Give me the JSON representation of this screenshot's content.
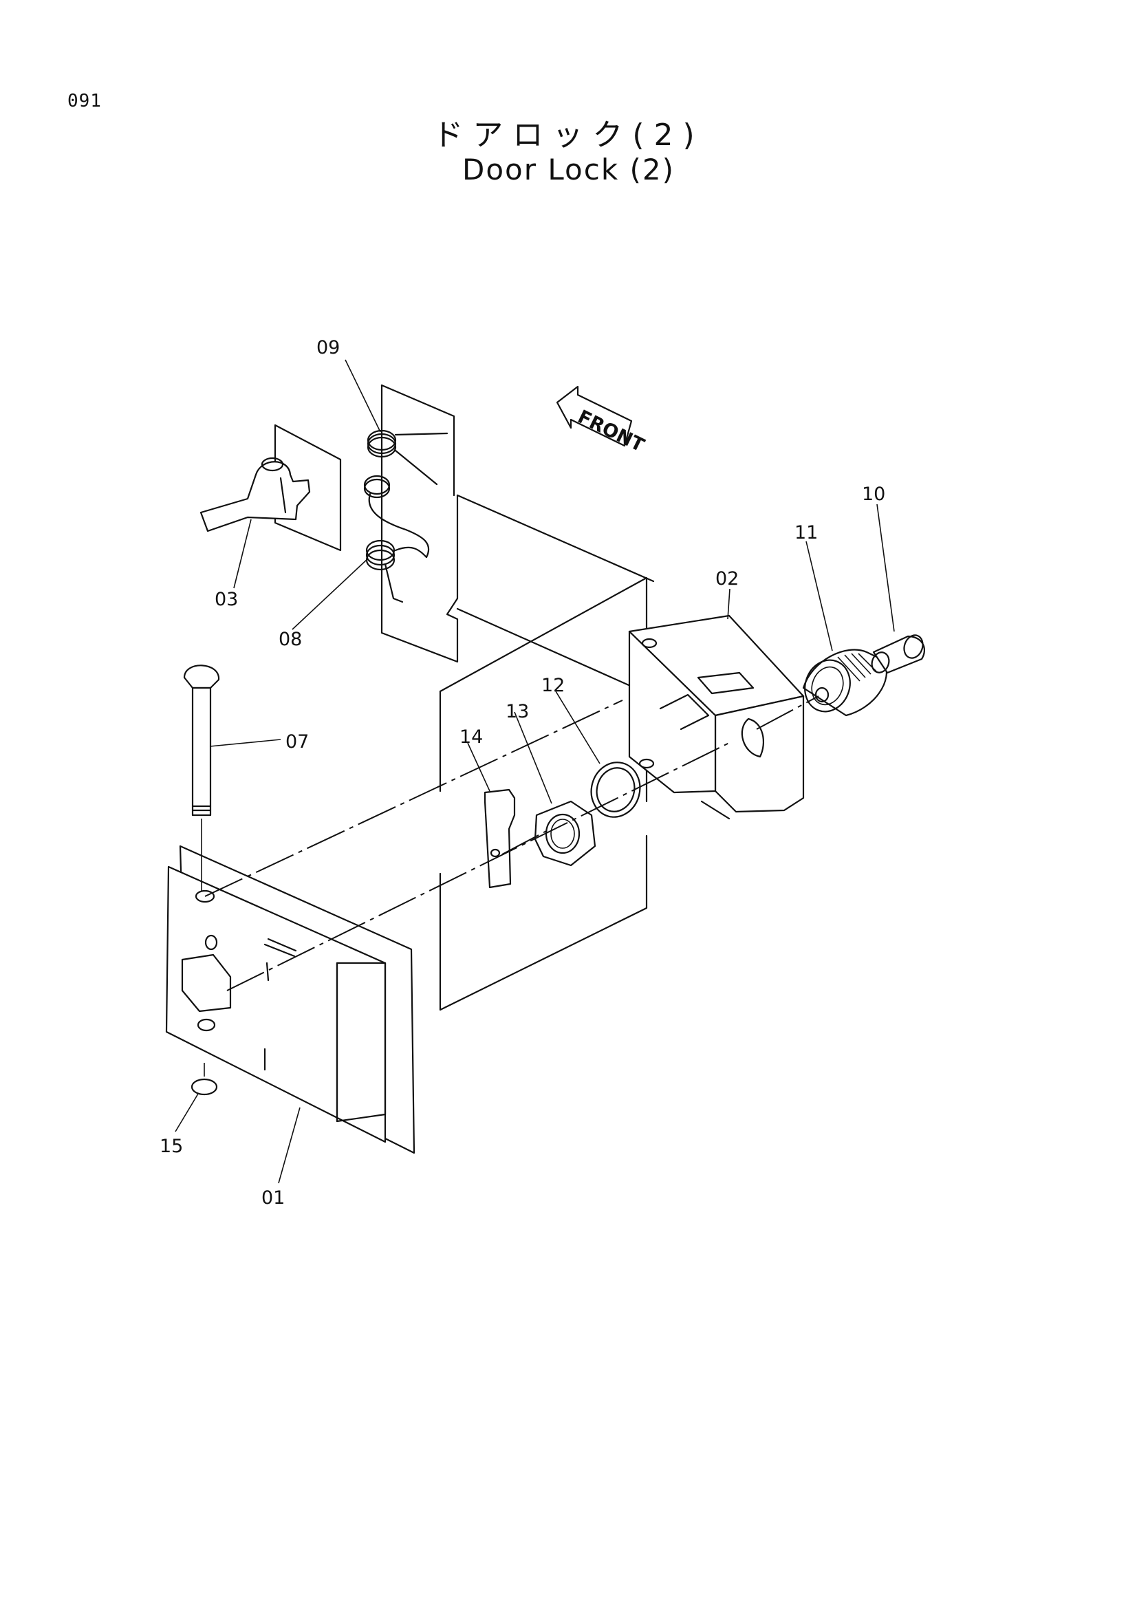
{
  "page": {
    "number": "091"
  },
  "title": {
    "japanese": "ドアロック(2)",
    "english": "Door Lock (2)"
  },
  "front_arrow": {
    "label": "FRONT"
  },
  "callouts": {
    "c01": "01",
    "c02": "02",
    "c03": "03",
    "c07": "07",
    "c08": "08",
    "c09": "09",
    "c10": "10",
    "c11": "11",
    "c12": "12",
    "c13": "13",
    "c14": "14",
    "c15": "15"
  }
}
